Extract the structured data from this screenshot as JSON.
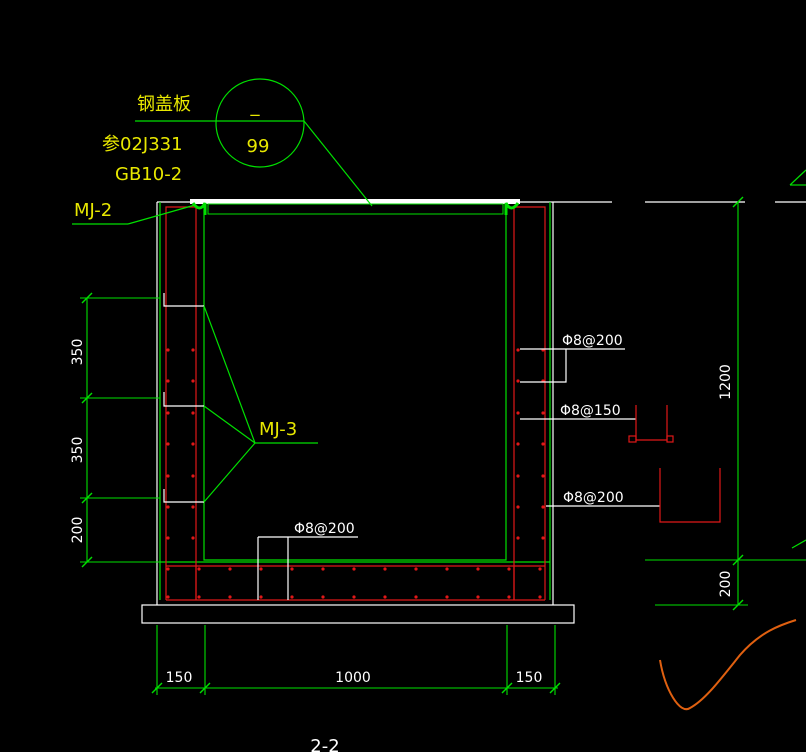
{
  "colors": {
    "background": "#000000",
    "outline": "#ffffff",
    "concrete_line": "#00e000",
    "rebar": "#e01818",
    "dimension": "#00e000",
    "text": "#e8e800",
    "sketch": "#e06010"
  },
  "callout": {
    "title": "钢盖板",
    "ref_line1": "参02J331",
    "ref_line2": "GB10-2",
    "circle_top": "_",
    "circle_bottom": "99"
  },
  "labels": {
    "mj2": "MJ-2",
    "mj3": "MJ-3",
    "rebar_right_1": "Φ8@200",
    "rebar_right_2": "Φ8@150",
    "rebar_right_3": "Φ8@200",
    "rebar_bottom": "Φ8@200",
    "section_title": "2-2"
  },
  "dimensions": {
    "left_350_top": "350",
    "left_350_bottom": "350",
    "left_200": "200",
    "right_1200": "1200",
    "right_200": "200",
    "bottom_150_left": "150",
    "bottom_1000": "1000",
    "bottom_150_right": "150"
  }
}
